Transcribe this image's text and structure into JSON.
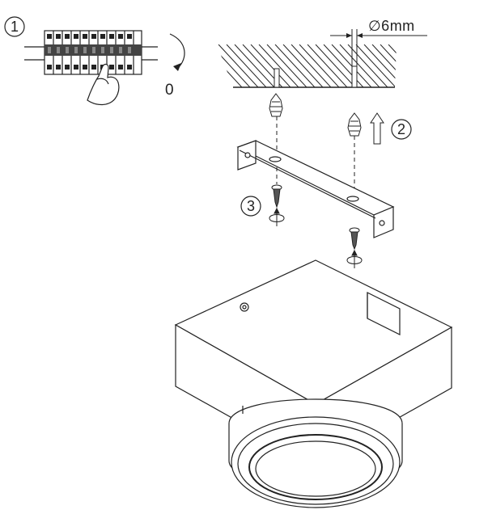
{
  "steps": [
    {
      "number": "1"
    },
    {
      "number": "2"
    },
    {
      "number": "3"
    }
  ],
  "breaker_position": "0",
  "drill_diameter": "∅6mm"
}
